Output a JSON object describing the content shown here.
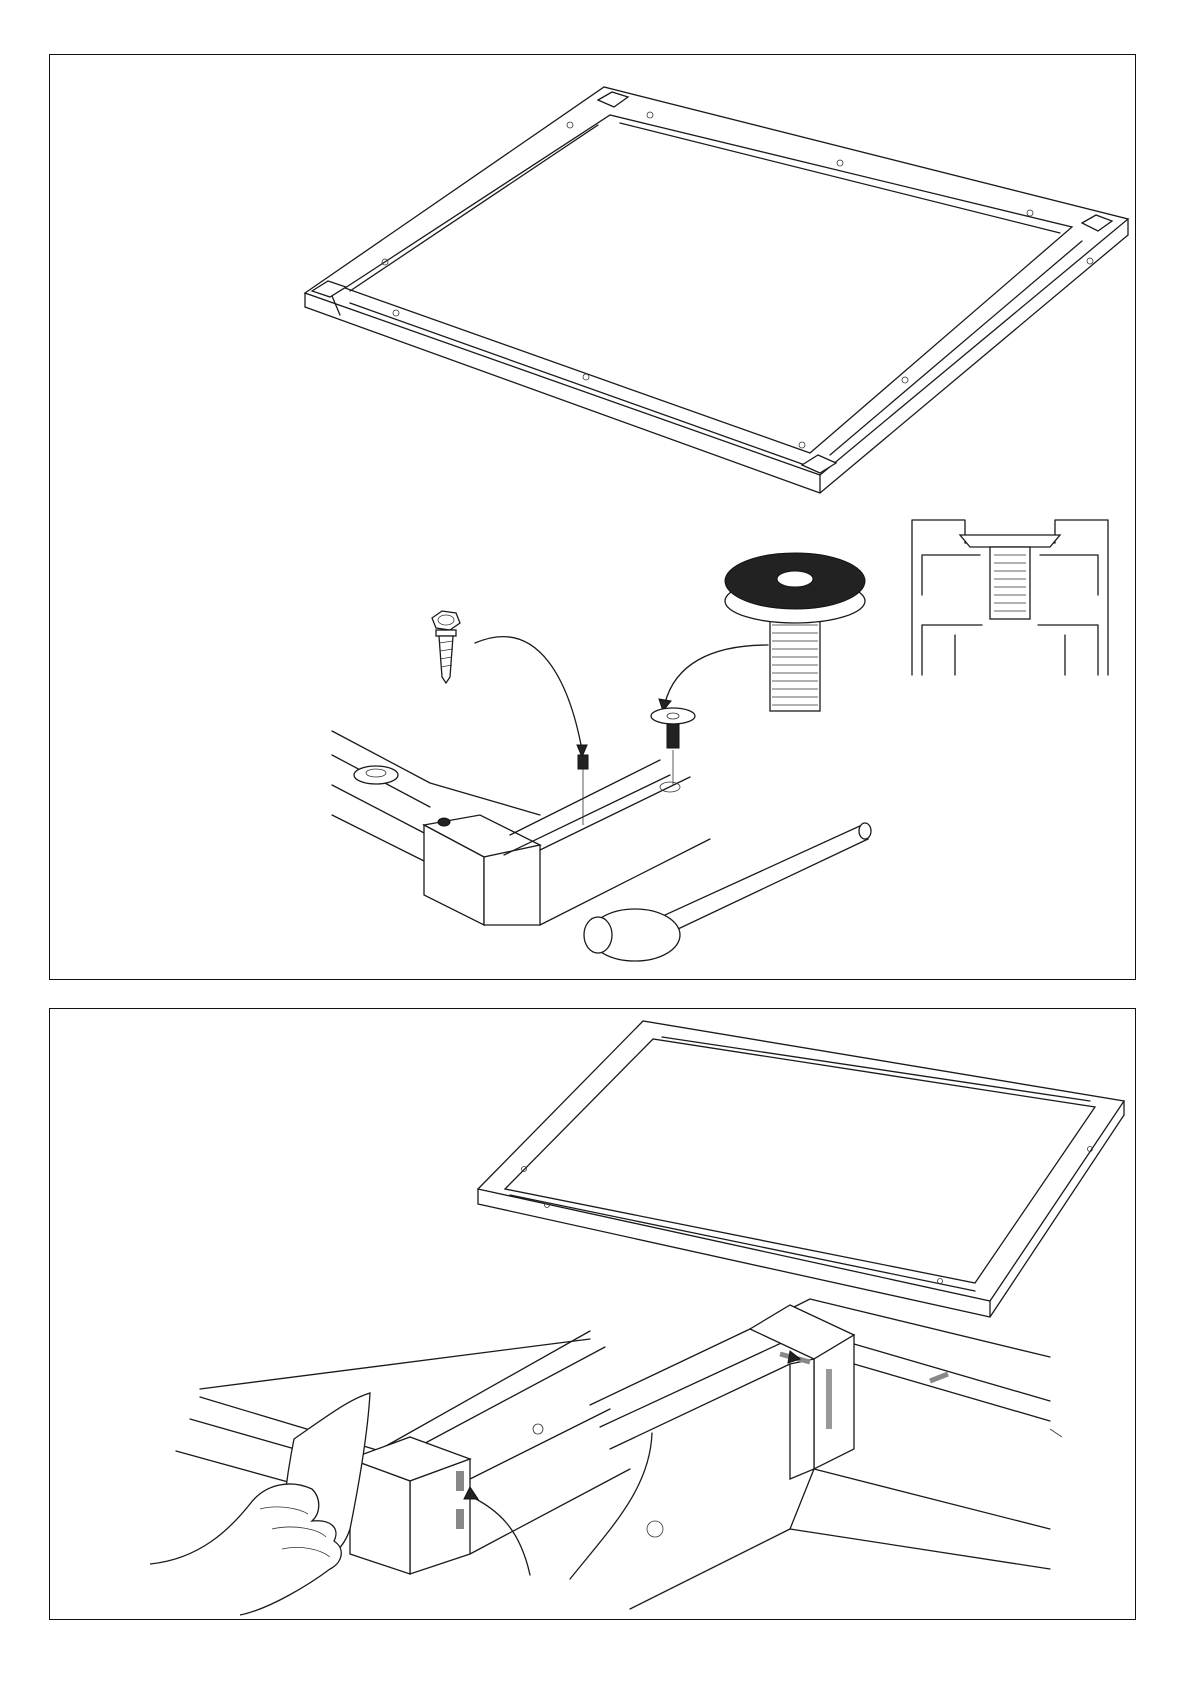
{
  "document": {
    "panels": [
      {
        "id": "panel-top",
        "illustrations": [
          "frame-assembled",
          "threaded-foot",
          "corner-screw-assembly",
          "foot-cross-section",
          "mallet"
        ]
      },
      {
        "id": "panel-bottom",
        "illustrations": [
          "frame-assembled-2",
          "corner-cleaning",
          "corner-sealant-detail"
        ]
      }
    ],
    "icons": [
      "hex-screw-icon",
      "threaded-foot-icon",
      "mallet-icon",
      "hand-cloth-icon",
      "curved-arrow-icon"
    ],
    "colors": {
      "line": "#1a1a1a",
      "background": "#ffffff",
      "foot-pad": "#222222"
    }
  }
}
